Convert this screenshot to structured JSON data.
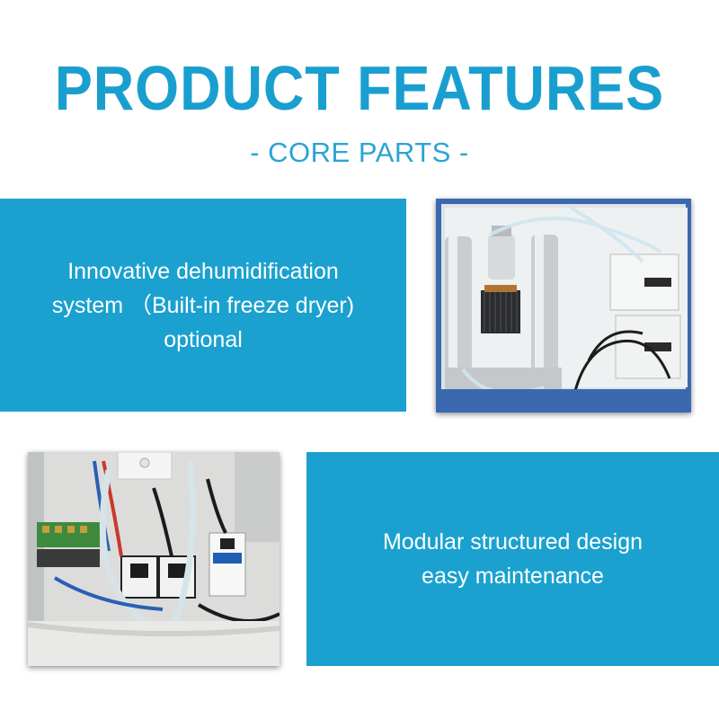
{
  "header": {
    "title": "PRODUCT FEATURES",
    "subtitle": "- CORE PARTS -"
  },
  "features": [
    {
      "lines": [
        "Innovative dehumidification",
        "system （Built-in freeze dryer)",
        "optional"
      ]
    },
    {
      "lines": [
        "Modular structured design",
        "easy maintenance"
      ]
    }
  ],
  "colors": {
    "accent": "#1aa1cf",
    "title": "#199fcf",
    "panel_text": "#ffffff"
  }
}
